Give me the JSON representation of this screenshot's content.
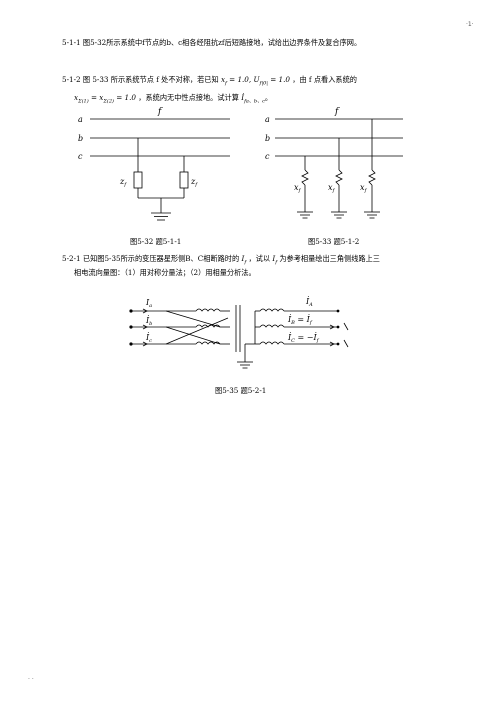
{
  "header_mark": "·1·",
  "footer_mark": "· ·",
  "problems": {
    "p511": {
      "number": "5-1-1",
      "text": "图5-32所示系统中f节点的b、c相各经阻抗zf后短路接地，试给出边界条件及复合序网。"
    },
    "p512": {
      "number": "5-1-2",
      "text_a": "图 5-33 所示系统节点 f 处不对称，若已知",
      "cond1": "x",
      "cond1_sub": "f",
      "cond1_eq": " = 1.0, U",
      "cond1_sub2": "f|0|",
      "cond1_eq2": " = 1.0",
      "text_b": "，由 f 点看入系统的",
      "cond2": "x",
      "cond2_sub": "Σ(1)",
      "cond2_eq": " = x",
      "cond2_sub2": "Σ(2)",
      "cond2_eq2": " = 1.0",
      "text_c": "，系统内无中性点接地。试计算",
      "calc_symbol": "İ",
      "calc_sub": "fa、b、c",
      "text_d": "。"
    },
    "p521": {
      "number": "5-2-1",
      "text_a": "已知图5-35所示的变压器星形侧B、C相断路时的",
      "sym1": "I",
      "sym1_sub": "f",
      "text_b": "，试以",
      "sym2": "I",
      "sym2_sub": "f",
      "text_c": "为参考相量绘出三角侧线路上三",
      "text_d": "相电流向量图：（1）用对称分量法；（2）用相量分析法。"
    }
  },
  "figures": {
    "fig532": {
      "caption": "图5-32 题5-1-1",
      "label_f": "f",
      "phases": [
        "a",
        "b",
        "c"
      ],
      "impedance_label": "z",
      "impedance_sub": "f"
    },
    "fig533": {
      "caption": "图5-33 题5-1-2",
      "label_f": "f",
      "phases": [
        "a",
        "b",
        "c"
      ],
      "reactance_label": "x",
      "reactance_sub": "f"
    },
    "fig535": {
      "caption": "图5-35 题5-2-1",
      "left_a": "I",
      "left_a_sub": "a",
      "left_b": "İ",
      "left_b_sub": "b",
      "left_c": "İ",
      "left_c_sub": "c",
      "right_a": "İ",
      "right_a_sub": "A",
      "right_b": "İ",
      "right_b_sub": "B",
      "right_b_eq": " = İ",
      "right_b_sub2": "f",
      "right_c": "İ",
      "right_c_sub": "C",
      "right_c_eq": " = −İ",
      "right_c_sub2": "f"
    }
  }
}
